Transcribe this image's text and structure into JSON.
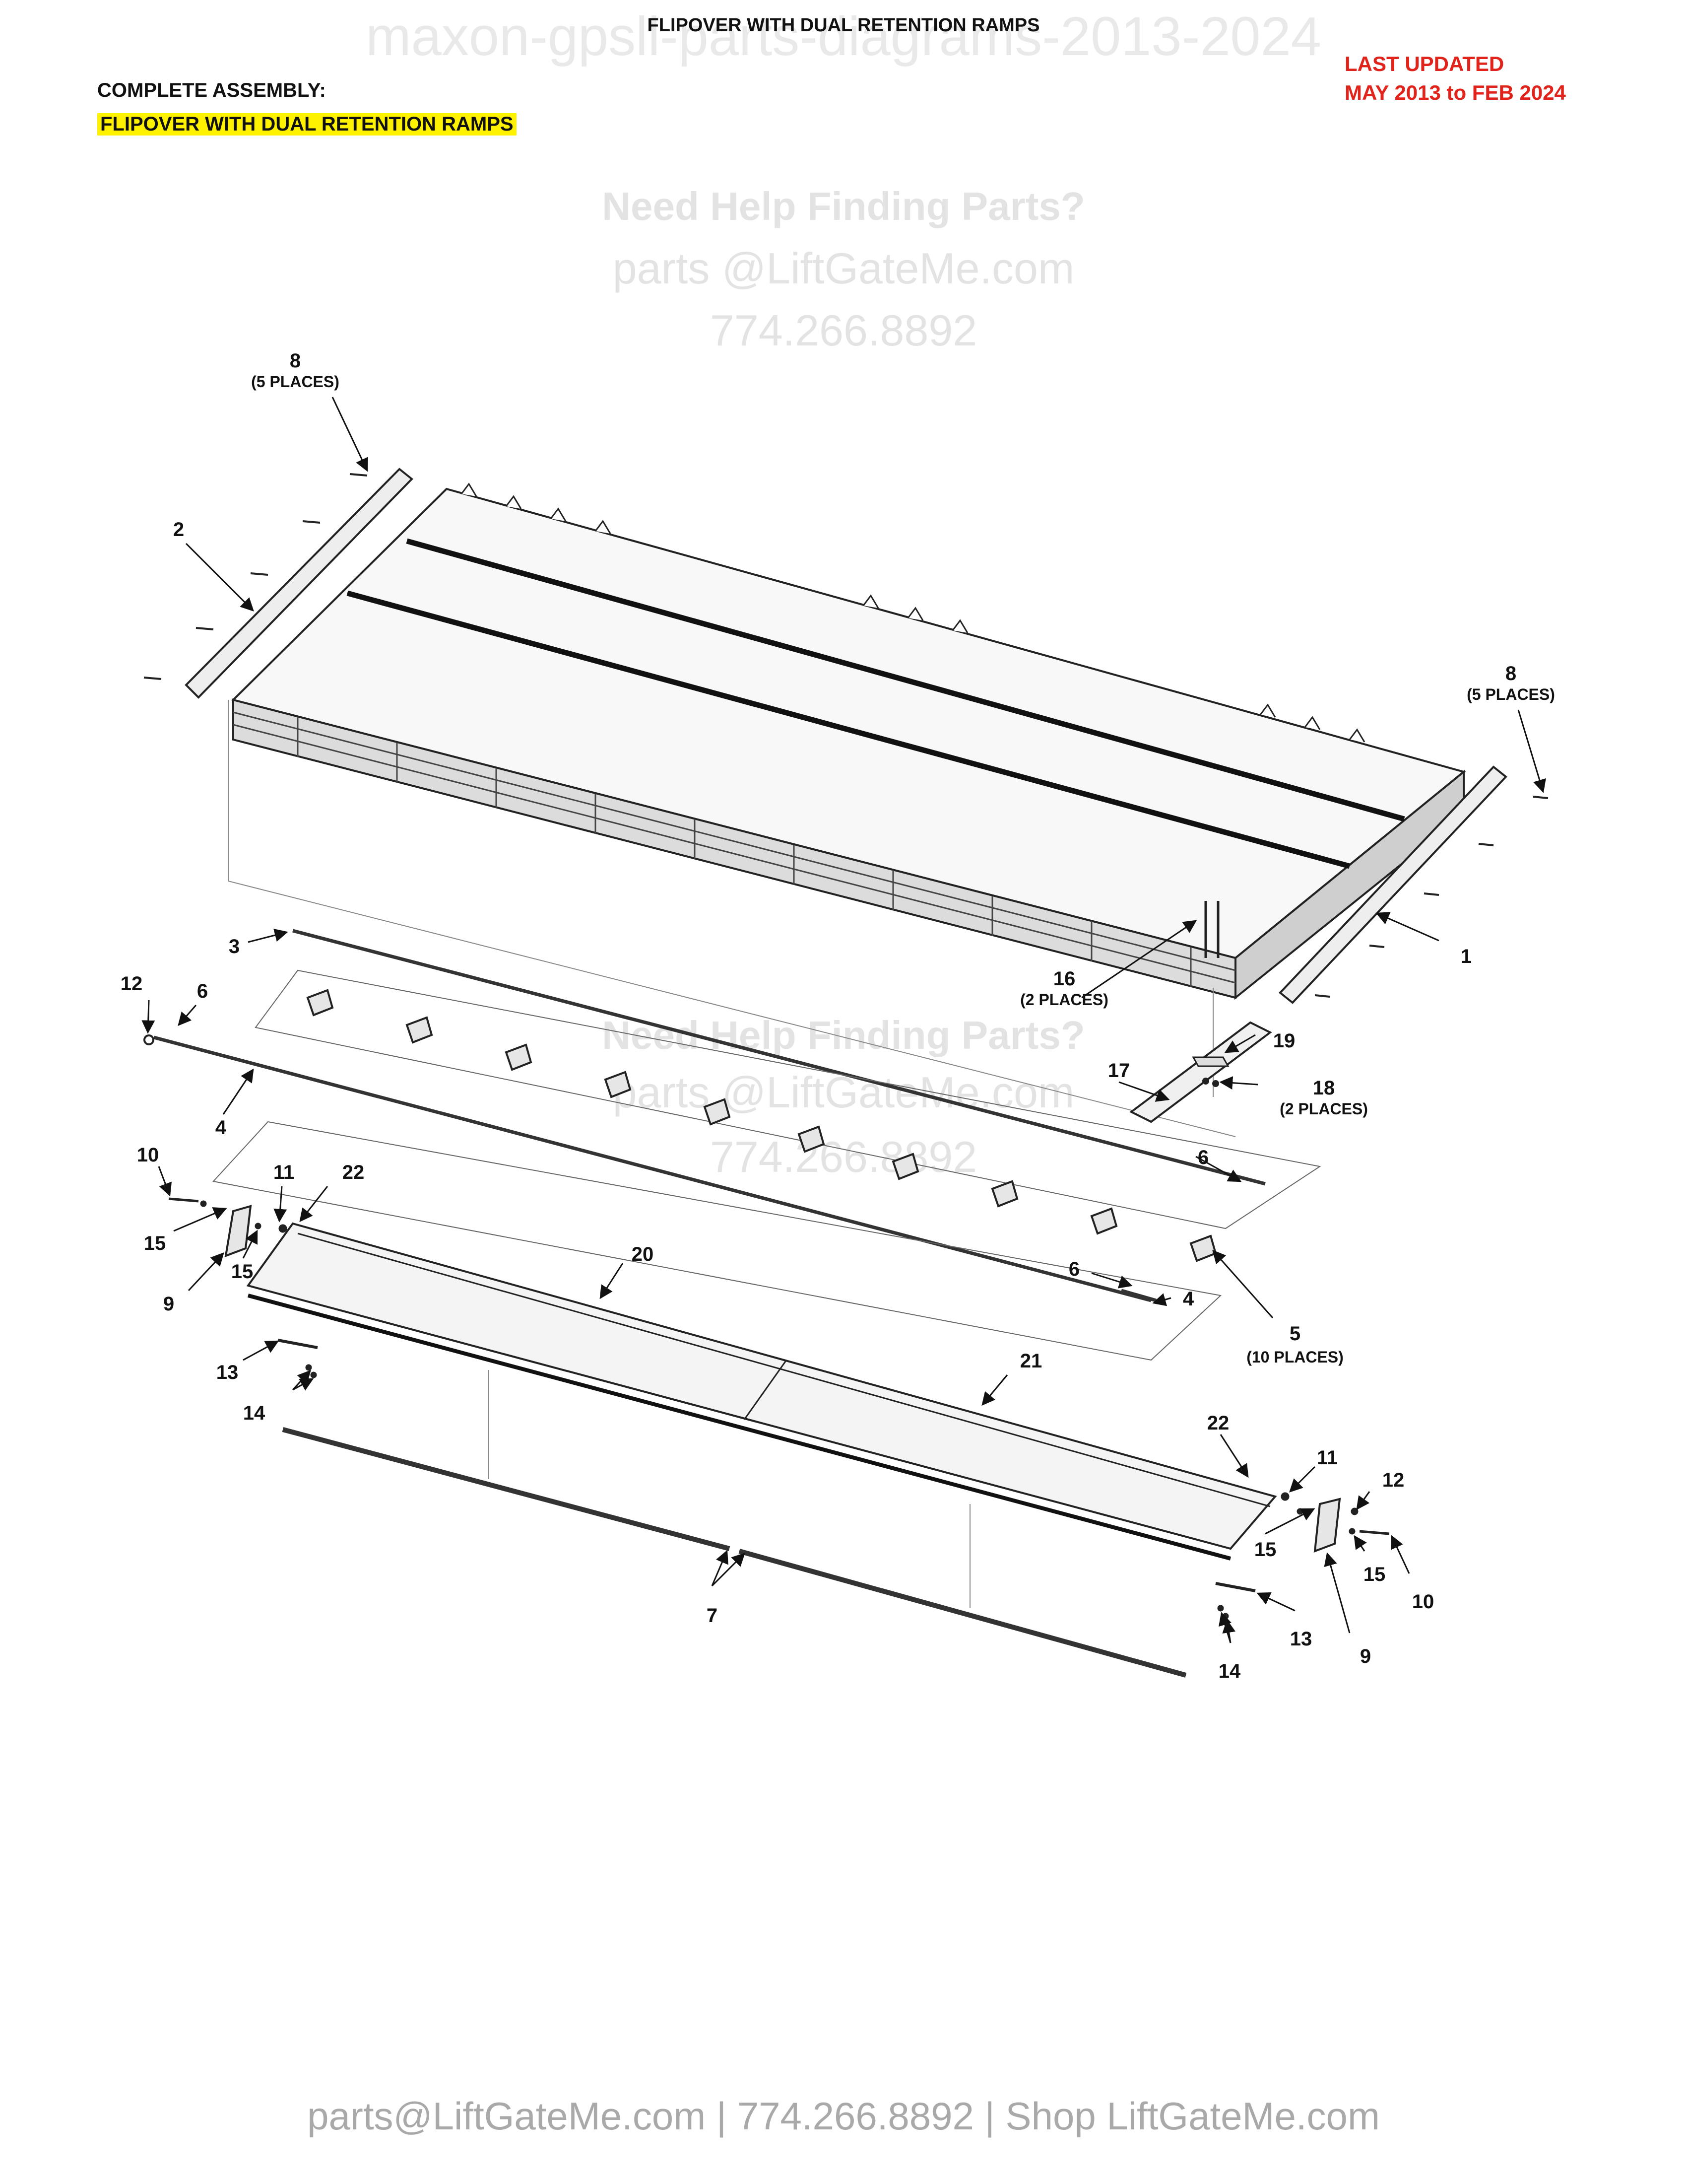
{
  "header": {
    "title": "FLIPOVER WITH DUAL RETENTION RAMPS",
    "watermark": "maxon-gpsll-parts-diagrams-2013-2024",
    "assembly_label": "COMPLETE ASSEMBLY:",
    "assembly_name": "FLIPOVER WITH DUAL RETENTION RAMPS",
    "updated_line1": "LAST UPDATED",
    "updated_line2": "MAY 2013 to FEB 2024"
  },
  "watermark_help": {
    "line1": "Need Help Finding Parts?",
    "line2": "parts @LiftGateMe.com",
    "line3": "774.266.8892"
  },
  "callouts": {
    "c1": "1",
    "c2": "2",
    "c3": "3",
    "c4a": "4",
    "c4b": "4",
    "c5": "5",
    "c5_note": "(10 PLACES)",
    "c6a": "6",
    "c6b": "6",
    "c6c": "6",
    "c7": "7",
    "c8a": "8",
    "c8a_note": "(5 PLACES)",
    "c8b": "8",
    "c8b_note": "(5 PLACES)",
    "c9a": "9",
    "c9b": "9",
    "c10a": "10",
    "c10b": "10",
    "c11a": "11",
    "c11b": "11",
    "c12a": "12",
    "c12b": "12",
    "c13a": "13",
    "c13b": "13",
    "c14a": "14",
    "c14b": "14",
    "c15a": "15",
    "c15b": "15",
    "c15c": "15",
    "c15d": "15",
    "c16": "16",
    "c16_note": "(2 PLACES)",
    "c17": "17",
    "c18": "18",
    "c18_note": "(2 PLACES)",
    "c19": "19",
    "c20": "20",
    "c21": "21",
    "c22a": "22",
    "c22b": "22"
  },
  "footer": {
    "text": "parts@LiftGateMe.com | 774.266.8892 | Shop LiftGateMe.com"
  }
}
